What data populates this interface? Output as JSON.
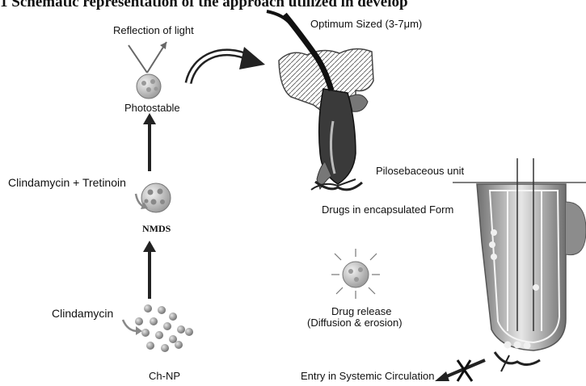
{
  "title": "1 Schematic representation of the approach utilized in develop",
  "labels": {
    "reflection": "Reflection of light",
    "photostable": "Photostable",
    "optimum_size": "Optimum Sized (3-7μm)",
    "clinda_tret": "Clindamycin + Tretinoin",
    "nmds": "NMDS",
    "clindamycin": "Clindamycin",
    "chnp": "Ch-NP",
    "pilosebaceous": "Pilosebaceous unit",
    "encapsulated": "Drugs in encapsulated Form",
    "drug_release": "Drug release",
    "diffusion": "(Diffusion & erosion)",
    "systemic": "Entry in Systemic Circulation"
  },
  "colors": {
    "ink": "#1a1a1a",
    "particle": "#b5b5b5",
    "tissue": "#8f8f8f",
    "follicle": "#d8d8d8"
  }
}
